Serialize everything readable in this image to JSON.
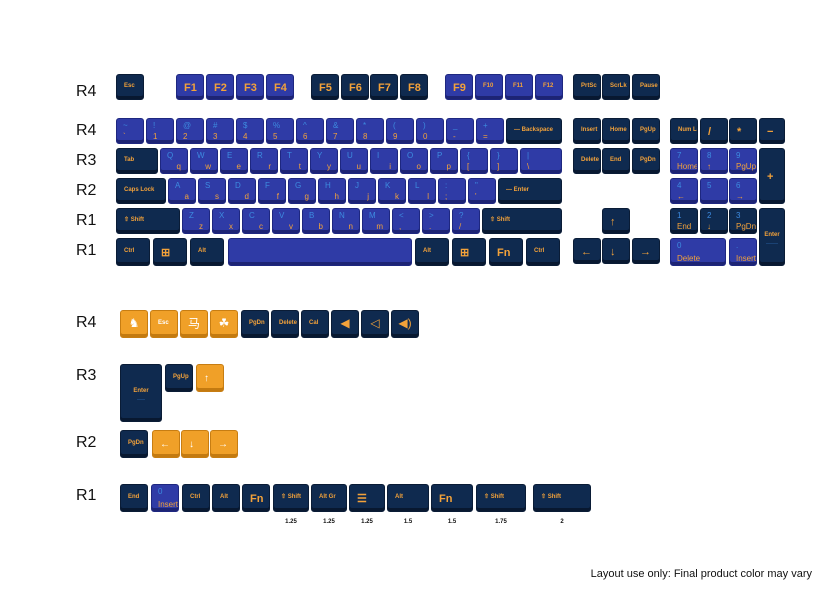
{
  "row_labels_main": [
    "R4",
    "R4",
    "R3",
    "R2",
    "R1",
    "R1"
  ],
  "row_labels_extra": [
    "R4",
    "R3",
    "R2",
    "R1"
  ],
  "footnote": "Layout use only: Final product color may vary",
  "size_labels": [
    "1.25",
    "1.25",
    "1.25",
    "1.5",
    "1.5",
    "1.75",
    "2"
  ],
  "colors": {
    "navy": "#0f2a4f",
    "blue": "#2f3ba6",
    "orange": "#f0a028",
    "legend_orange": "#f3a23a",
    "legend_blue": "#3d8be0"
  },
  "keys": {
    "fn_row": [
      {
        "name": "key-esc",
        "color": "navy",
        "main": "Esc"
      },
      {
        "name": "key-f1",
        "color": "blue",
        "main": "F1"
      },
      {
        "name": "key-f2",
        "color": "blue",
        "main": "F2"
      },
      {
        "name": "key-f3",
        "color": "blue",
        "main": "F3"
      },
      {
        "name": "key-f4",
        "color": "blue",
        "main": "F4"
      },
      {
        "name": "key-f5",
        "color": "navy",
        "main": "F5"
      },
      {
        "name": "key-f6",
        "color": "navy",
        "main": "F6"
      },
      {
        "name": "key-f7",
        "color": "navy",
        "main": "F7"
      },
      {
        "name": "key-f8",
        "color": "navy",
        "main": "F8"
      },
      {
        "name": "key-f9",
        "color": "blue",
        "main": "F9"
      },
      {
        "name": "key-f10",
        "color": "blue",
        "main": "F10"
      },
      {
        "name": "key-f11",
        "color": "blue",
        "main": "F11"
      },
      {
        "name": "key-f12",
        "color": "blue",
        "main": "F12"
      },
      {
        "name": "key-prtsc",
        "color": "navy",
        "main": "PrtSc"
      },
      {
        "name": "key-scrlk",
        "color": "navy",
        "main": "ScrLk"
      },
      {
        "name": "key-pause",
        "color": "navy",
        "main": "Pause"
      }
    ],
    "number_row": [
      {
        "name": "key-tilde",
        "color": "blue",
        "top": "~",
        "bottom": "`"
      },
      {
        "name": "key-1",
        "color": "blue",
        "top": "!",
        "bottom": "1"
      },
      {
        "name": "key-2",
        "color": "blue",
        "top": "@",
        "bottom": "2"
      },
      {
        "name": "key-3",
        "color": "blue",
        "top": "#",
        "bottom": "3"
      },
      {
        "name": "key-4",
        "color": "blue",
        "top": "$",
        "bottom": "4"
      },
      {
        "name": "key-5",
        "color": "blue",
        "top": "%",
        "bottom": "5"
      },
      {
        "name": "key-6",
        "color": "blue",
        "top": "^",
        "bottom": "6"
      },
      {
        "name": "key-7",
        "color": "blue",
        "top": "&",
        "bottom": "7"
      },
      {
        "name": "key-8",
        "color": "blue",
        "top": "*",
        "bottom": "8"
      },
      {
        "name": "key-9",
        "color": "blue",
        "top": "(",
        "bottom": "9"
      },
      {
        "name": "key-0",
        "color": "blue",
        "top": ")",
        "bottom": "0"
      },
      {
        "name": "key-minus",
        "color": "blue",
        "top": "_",
        "bottom": "-"
      },
      {
        "name": "key-equal",
        "color": "blue",
        "top": "+",
        "bottom": "="
      },
      {
        "name": "key-backspace",
        "color": "navy",
        "main": "— Backspace"
      }
    ],
    "q_row": [
      {
        "name": "key-tab",
        "color": "navy",
        "main": "Tab"
      },
      {
        "name": "key-q",
        "color": "blue",
        "top": "Q",
        "bottom": "q"
      },
      {
        "name": "key-w",
        "color": "blue",
        "top": "W",
        "bottom": "w"
      },
      {
        "name": "key-e",
        "color": "blue",
        "top": "E",
        "bottom": "e"
      },
      {
        "name": "key-r",
        "color": "blue",
        "top": "R",
        "bottom": "r"
      },
      {
        "name": "key-t",
        "color": "blue",
        "top": "T",
        "bottom": "t"
      },
      {
        "name": "key-y",
        "color": "blue",
        "top": "Y",
        "bottom": "y"
      },
      {
        "name": "key-u",
        "color": "blue",
        "top": "U",
        "bottom": "u"
      },
      {
        "name": "key-i",
        "color": "blue",
        "top": "I",
        "bottom": "i"
      },
      {
        "name": "key-o",
        "color": "blue",
        "top": "O",
        "bottom": "o"
      },
      {
        "name": "key-p",
        "color": "blue",
        "top": "P",
        "bottom": "p"
      },
      {
        "name": "key-lbracket",
        "color": "blue",
        "top": "{",
        "bottom": "["
      },
      {
        "name": "key-rbracket",
        "color": "blue",
        "top": "}",
        "bottom": "]"
      },
      {
        "name": "key-backslash",
        "color": "blue",
        "top": "|",
        "bottom": "\\"
      }
    ],
    "a_row": [
      {
        "name": "key-capslock",
        "color": "navy",
        "main": "Caps Lock"
      },
      {
        "name": "key-a",
        "color": "blue",
        "top": "A",
        "bottom": "a"
      },
      {
        "name": "key-s",
        "color": "blue",
        "top": "S",
        "bottom": "s"
      },
      {
        "name": "key-d",
        "color": "blue",
        "top": "D",
        "bottom": "d"
      },
      {
        "name": "key-f",
        "color": "blue",
        "top": "F",
        "bottom": "f"
      },
      {
        "name": "key-g",
        "color": "blue",
        "top": "G",
        "bottom": "g"
      },
      {
        "name": "key-h",
        "color": "blue",
        "top": "H",
        "bottom": "h"
      },
      {
        "name": "key-j",
        "color": "blue",
        "top": "J",
        "bottom": "j"
      },
      {
        "name": "key-k",
        "color": "blue",
        "top": "K",
        "bottom": "k"
      },
      {
        "name": "key-l",
        "color": "blue",
        "top": "L",
        "bottom": "l"
      },
      {
        "name": "key-semicolon",
        "color": "blue",
        "top": ":",
        "bottom": ";"
      },
      {
        "name": "key-quote",
        "color": "blue",
        "top": "\"",
        "bottom": "'"
      },
      {
        "name": "key-enter",
        "color": "navy",
        "main": "— Enter"
      }
    ],
    "z_row": [
      {
        "name": "key-lshift",
        "color": "navy",
        "main": "⇧ Shift"
      },
      {
        "name": "key-z",
        "color": "blue",
        "top": "Z",
        "bottom": "z"
      },
      {
        "name": "key-x",
        "color": "blue",
        "top": "X",
        "bottom": "x"
      },
      {
        "name": "key-c",
        "color": "blue",
        "top": "C",
        "bottom": "c"
      },
      {
        "name": "key-v",
        "color": "blue",
        "top": "V",
        "bottom": "v"
      },
      {
        "name": "key-b",
        "color": "blue",
        "top": "B",
        "bottom": "b"
      },
      {
        "name": "key-n",
        "color": "blue",
        "top": "N",
        "bottom": "n"
      },
      {
        "name": "key-m",
        "color": "blue",
        "top": "M",
        "bottom": "m"
      },
      {
        "name": "key-comma",
        "color": "blue",
        "top": "<",
        "bottom": ","
      },
      {
        "name": "key-period",
        "color": "blue",
        "top": ">",
        "bottom": "."
      },
      {
        "name": "key-slash",
        "color": "blue",
        "top": "?",
        "bottom": "/"
      },
      {
        "name": "key-rshift",
        "color": "navy",
        "main": "⇧ Shift"
      }
    ],
    "bottom_row": [
      {
        "name": "key-lctrl",
        "color": "navy",
        "main": "Ctrl"
      },
      {
        "name": "key-lwin",
        "color": "navy",
        "main": "⊞"
      },
      {
        "name": "key-lalt",
        "color": "navy",
        "main": "Alt"
      },
      {
        "name": "key-space",
        "color": "blue",
        "main": ""
      },
      {
        "name": "key-ralt",
        "color": "navy",
        "main": "Alt"
      },
      {
        "name": "key-rwin",
        "color": "navy",
        "main": "⊞"
      },
      {
        "name": "key-fn",
        "color": "navy",
        "main": "Fn"
      },
      {
        "name": "key-rctrl",
        "color": "navy",
        "main": "Ctrl"
      }
    ],
    "nav_cluster": [
      {
        "name": "key-insert",
        "color": "navy",
        "main": "Insert"
      },
      {
        "name": "key-home",
        "color": "navy",
        "main": "Home"
      },
      {
        "name": "key-pgup",
        "color": "navy",
        "main": "PgUp"
      },
      {
        "name": "key-delete",
        "color": "navy",
        "main": "Delete"
      },
      {
        "name": "key-end",
        "color": "navy",
        "main": "End"
      },
      {
        "name": "key-pgdn",
        "color": "navy",
        "main": "PgDn"
      },
      {
        "name": "key-arrow-up",
        "color": "navy",
        "main": "↑"
      },
      {
        "name": "key-arrow-left",
        "color": "navy",
        "main": "←"
      },
      {
        "name": "key-arrow-down",
        "color": "navy",
        "main": "↓"
      },
      {
        "name": "key-arrow-right",
        "color": "navy",
        "main": "→"
      }
    ],
    "numpad": [
      {
        "name": "key-numlock",
        "color": "navy",
        "main": "Num Lock"
      },
      {
        "name": "key-np-slash",
        "color": "navy",
        "main": "/"
      },
      {
        "name": "key-np-star",
        "color": "navy",
        "main": "*"
      },
      {
        "name": "key-np-minus",
        "color": "navy",
        "main": "−"
      },
      {
        "name": "key-np-7",
        "color": "blue",
        "top": "7",
        "bottom": "Home"
      },
      {
        "name": "key-np-8",
        "color": "blue",
        "top": "8",
        "bottom": "↑"
      },
      {
        "name": "key-np-9",
        "color": "blue",
        "top": "9",
        "bottom": "PgUp"
      },
      {
        "name": "key-np-plus",
        "color": "navy",
        "main": "+"
      },
      {
        "name": "key-np-4",
        "color": "blue",
        "top": "4",
        "bottom": "←"
      },
      {
        "name": "key-np-5",
        "color": "blue",
        "top": "5",
        "bottom": ""
      },
      {
        "name": "key-np-6",
        "color": "blue",
        "top": "6",
        "bottom": "→"
      },
      {
        "name": "key-np-1",
        "color": "navy",
        "top": "1",
        "bottom": "End"
      },
      {
        "name": "key-np-2",
        "color": "navy",
        "top": "2",
        "bottom": "↓"
      },
      {
        "name": "key-np-3",
        "color": "navy",
        "top": "3",
        "bottom": "PgDn"
      },
      {
        "name": "key-np-enter",
        "color": "navy",
        "main": "Enter",
        "sub": "———"
      },
      {
        "name": "key-np-0",
        "color": "blue",
        "top": "0",
        "bottom": "Delete"
      },
      {
        "name": "key-np-dot",
        "color": "blue",
        "top": ".",
        "bottom": "Insert"
      }
    ],
    "extra_r4": [
      {
        "name": "key-extra-horse",
        "color": "orange",
        "icon": "horse-icon",
        "glyph": "♞"
      },
      {
        "name": "key-extra-esc",
        "color": "orange",
        "main": "Esc"
      },
      {
        "name": "key-extra-kanji",
        "color": "orange",
        "icon": "kanji-icon",
        "glyph": "马"
      },
      {
        "name": "key-extra-acorn",
        "color": "orange",
        "icon": "acorn-icon",
        "glyph": "☘"
      },
      {
        "name": "key-extra-pgdn",
        "color": "navy",
        "main": "PgDn"
      },
      {
        "name": "key-extra-delete",
        "color": "navy",
        "main": "Delete"
      },
      {
        "name": "key-extra-cal",
        "color": "navy",
        "main": "Cal"
      },
      {
        "name": "key-extra-vol-mute",
        "color": "navy",
        "icon": "volume-mute-icon",
        "glyph": "◀"
      },
      {
        "name": "key-extra-vol-down",
        "color": "navy",
        "icon": "volume-down-icon",
        "glyph": "◁"
      },
      {
        "name": "key-extra-vol-up",
        "color": "navy",
        "icon": "volume-up-icon",
        "glyph": "◀)"
      }
    ],
    "extra_r3": [
      {
        "name": "key-extra-iso-enter",
        "color": "navy",
        "main": "Enter",
        "sub": "——"
      },
      {
        "name": "key-extra-pgup",
        "color": "navy",
        "main": "PgUp"
      },
      {
        "name": "key-extra-up",
        "color": "orange",
        "main": "↑"
      }
    ],
    "extra_r2": [
      {
        "name": "key-extra-pgdn2",
        "color": "navy",
        "main": "PgDn"
      },
      {
        "name": "key-extra-left",
        "color": "orange",
        "main": "←"
      },
      {
        "name": "key-extra-down",
        "color": "orange",
        "main": "↓"
      },
      {
        "name": "key-extra-right",
        "color": "orange",
        "main": "→"
      }
    ],
    "extra_r1": [
      {
        "name": "key-extra-end",
        "color": "navy",
        "main": "End"
      },
      {
        "name": "key-extra-insert",
        "color": "blue",
        "top": "0",
        "bottom": "Insert"
      },
      {
        "name": "key-extra-ctrl",
        "color": "navy",
        "main": "Ctrl"
      },
      {
        "name": "key-extra-alt",
        "color": "navy",
        "main": "Alt"
      },
      {
        "name": "key-extra-fn",
        "color": "navy",
        "main": "Fn"
      },
      {
        "name": "key-extra-shift-125",
        "color": "navy",
        "main": "⇧ Shift"
      },
      {
        "name": "key-extra-altgr",
        "color": "navy",
        "main": "Alt Gr"
      },
      {
        "name": "key-extra-menu",
        "color": "navy",
        "main": "☰"
      },
      {
        "name": "key-extra-alt-15",
        "color": "navy",
        "main": "Alt"
      },
      {
        "name": "key-extra-fn-15",
        "color": "navy",
        "main": "Fn"
      },
      {
        "name": "key-extra-shift-175",
        "color": "navy",
        "main": "⇧ Shift"
      },
      {
        "name": "key-extra-shift-2",
        "color": "navy",
        "main": "⇧ Shift"
      }
    ]
  }
}
